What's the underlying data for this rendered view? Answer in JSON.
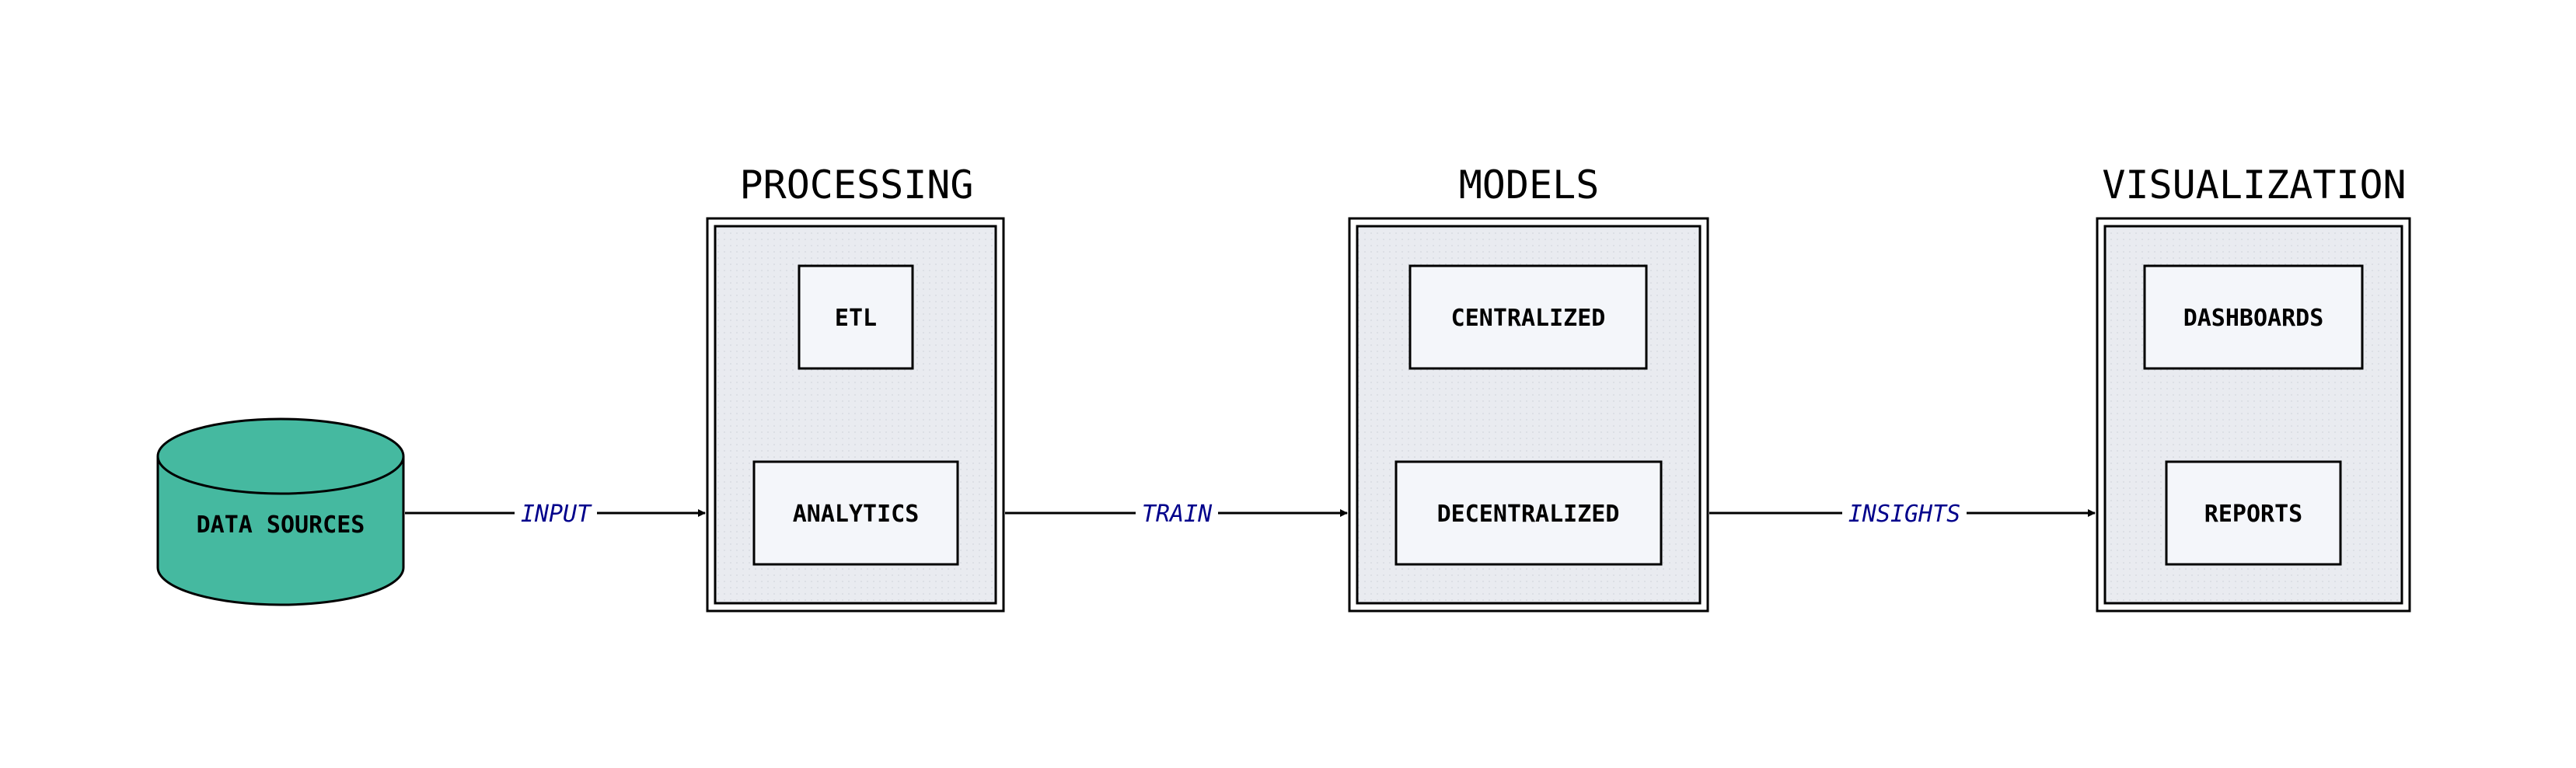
{
  "source": {
    "label": "DATA SOURCES",
    "fill_color": "#45b9a0",
    "icon": "database-cylinder-icon"
  },
  "clusters": [
    {
      "id": "processing",
      "title": "PROCESSING",
      "nodes": [
        "ETL",
        "ANALYTICS"
      ]
    },
    {
      "id": "models",
      "title": "MODELS",
      "nodes": [
        "CENTRALIZED",
        "DECENTRALIZED"
      ]
    },
    {
      "id": "visualization",
      "title": "VISUALIZATION",
      "nodes": [
        "DASHBOARDS",
        "REPORTS"
      ]
    }
  ],
  "edges": [
    {
      "from": "DATA SOURCES",
      "to": "PROCESSING",
      "label": "INPUT"
    },
    {
      "from": "PROCESSING",
      "to": "MODELS",
      "label": "TRAIN"
    },
    {
      "from": "MODELS",
      "to": "VISUALIZATION",
      "label": "INSIGHTS"
    }
  ],
  "colors": {
    "cluster_background": "#e9ebf0",
    "node_background": "#f4f6fa",
    "edge_label": "#00008b",
    "stroke": "#000000"
  }
}
